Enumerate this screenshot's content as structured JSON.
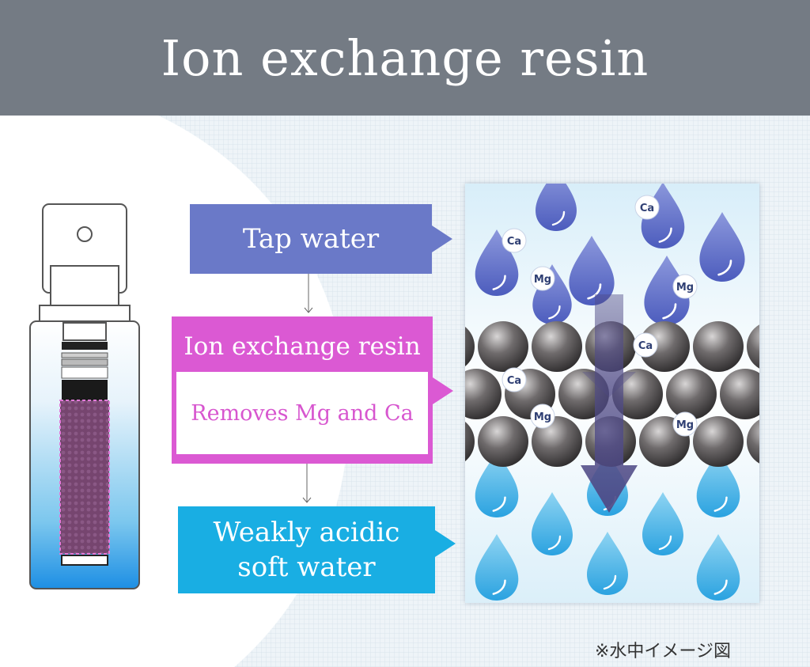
{
  "title": "Ion exchange resin",
  "flow": {
    "tap": "Tap water",
    "resin_heading": "Ion exchange resin",
    "resin_detail": "Removes Mg and Ca",
    "soft_line1": "Weakly acidic",
    "soft_line2": "soft water"
  },
  "ions": {
    "ca": "Ca",
    "mg": "Mg"
  },
  "note": "※水中イメージ図",
  "colors": {
    "header": "#747b84",
    "tap_water": "#6a79c8",
    "resin": "#db59d3",
    "soft_water": "#19aee3",
    "resin_fill": "#7d4a78",
    "bead": "#5a5758",
    "flow_arrow": "#4f4a86"
  }
}
